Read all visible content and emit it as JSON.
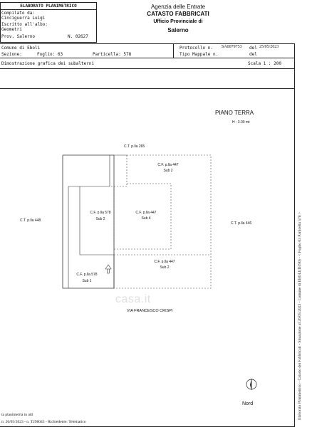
{
  "header": {
    "doc_title": "ELABORATO PLANIMETRICO",
    "compiled_by_label": "Compilato da:",
    "compiled_by_name": "Cinciguerra Luigi",
    "registered_label": "Iscritto all'albo:",
    "registered_value": "Geometri",
    "province_label": "Prov. Salerno",
    "number_label": "N. 02627",
    "agency": "Agenzia delle Entrate",
    "catasto": "CATASTO FABBRICATI",
    "office": "Ufficio Provinciale di",
    "city": "Salerno"
  },
  "info_row": {
    "comune": "Comune di Eboli",
    "sezione_label": "Sezione:",
    "foglio": "Foglio: 63",
    "particella": "Particella: 578",
    "protocollo_label": "Protocollo n.",
    "protocollo_value": "SA0079753",
    "del_label": "del",
    "del_value": "25/05/2023",
    "tipo_mappale": "Tipo Mappale n.",
    "del2_label": "del"
  },
  "demo_row": {
    "label": "Dimostrazione grafica dei subalterni",
    "scale": "Scala 1 : 200"
  },
  "plan": {
    "floor_title": "PIANO TERRA",
    "floor_height": "H : 3.00 mt",
    "ct_top": "C.T. p.lla 265",
    "ct_left": "C.T. p.lla 448",
    "ct_right": "C.T. p.lla 446",
    "cf_447_sub2_top": "C.F. p.lla 447",
    "cf_447_sub2_top_sub": "Sub 2",
    "cf_578_sub2": "C.F. p.lla 578",
    "cf_578_sub2_sub": "Sub 2",
    "cf_447_sub4": "C.F. p.lla 447",
    "cf_447_sub4_sub": "Sub 4",
    "cf_447_sub2_bottom": "C.F. p.lla 447",
    "cf_447_sub2_bottom_sub": "Sub 2",
    "cf_578_sub1": "C.F. p.lla 578",
    "cf_578_sub1_sub": "Sub 1",
    "street": "VIA FRANCESCO CRISPI",
    "north": "Nord",
    "watermark": "casa.it"
  },
  "footer": {
    "line1": "ta planimetria in atti",
    "line2": "n: 26/05/2023 - n. T298045 - Richiedente: Telematico"
  },
  "side_stamp": "Elaborato Planimetrico - Catasto dei Fabbricati - Situazione al 26/05/2023 - Comune di EBOLI(D390) - < Foglio 63 Particella 578 >"
}
